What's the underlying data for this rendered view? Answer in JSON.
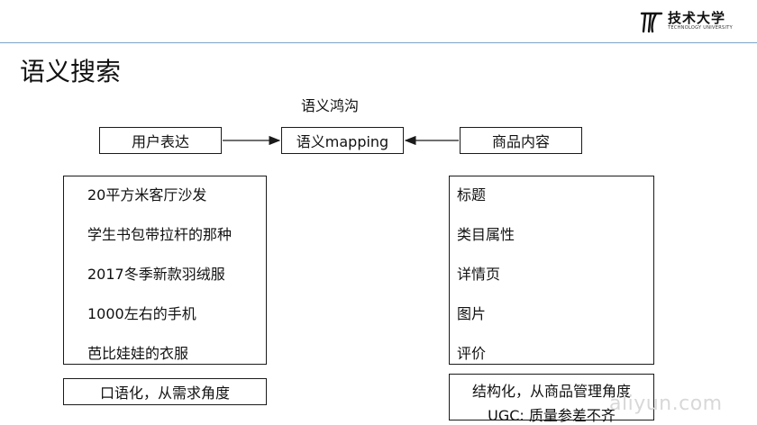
{
  "header": {
    "logo_cn": "技术大学",
    "logo_en": "TECHNOLOGY UNIVERSITY"
  },
  "title": "语义搜索",
  "diagram": {
    "top_label": "语义鸿沟",
    "user_box": "用户表达",
    "center_box": "语义mapping",
    "product_box": "商品内容",
    "user_examples": [
      "20平方米客厅沙发",
      "学生书包带拉杆的那种",
      "2017冬季新款羽绒服",
      "1000左右的手机",
      "芭比娃娃的衣服"
    ],
    "product_fields": [
      "标题",
      "类目属性",
      "详情页",
      "图片",
      "评价"
    ],
    "user_summary": "口语化，从需求角度",
    "product_summary_line1": "结构化，从商品管理角度",
    "product_summary_line2": "UGC: 质量参差不齐"
  },
  "watermark": "aliyun.com",
  "colors": {
    "header_rule": "#7aa4c8",
    "border": "#1a1a1a",
    "watermark": "#d8d8d8"
  }
}
